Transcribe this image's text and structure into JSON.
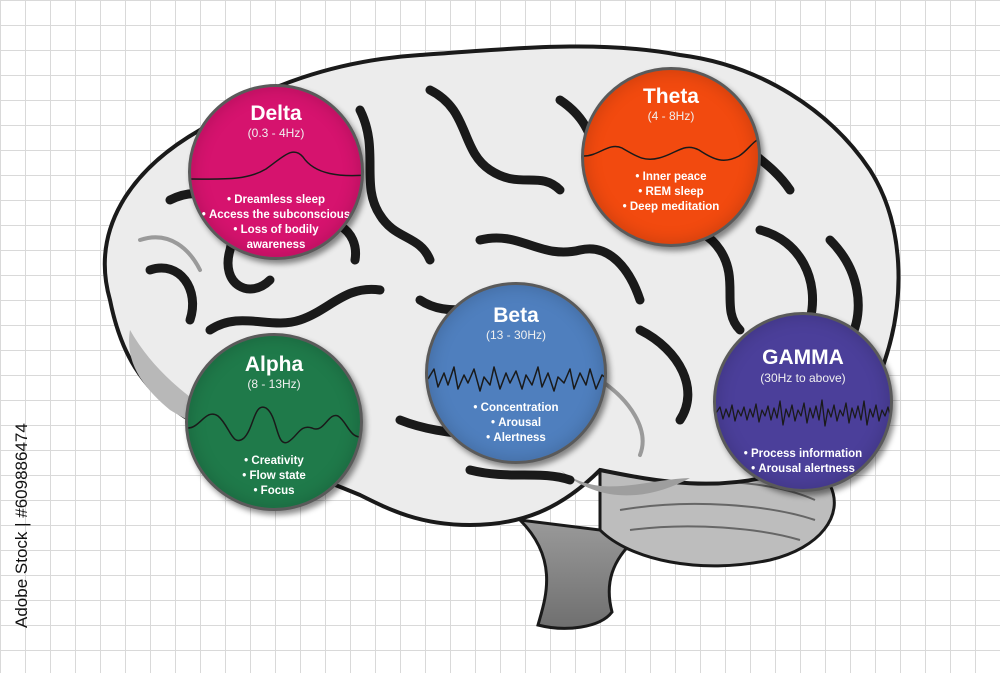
{
  "colors": {
    "delta": "#d6136e",
    "theta": "#f24a0f",
    "alpha": "#1f7a4a",
    "beta": "#4f7fbe",
    "gamma": "#4b3f9a",
    "brain_fill": "#ececec",
    "brain_shadow": "#b0b0b0",
    "brain_outline": "#1a1a1a"
  },
  "waves": {
    "delta": {
      "name": "Delta",
      "range": "(0.3 - 4Hz)",
      "bullets": [
        "Dreamless sleep",
        "Access the subconscious",
        "Loss of bodily",
        "awareness"
      ]
    },
    "theta": {
      "name": "Theta",
      "range": "(4 - 8Hz)",
      "bullets": [
        "Inner peace",
        "REM sleep",
        "Deep meditation"
      ]
    },
    "alpha": {
      "name": "Alpha",
      "range": "(8 - 13Hz)",
      "bullets": [
        "Creativity",
        "Flow state",
        "Focus"
      ]
    },
    "beta": {
      "name": "Beta",
      "range": "(13 - 30Hz)",
      "bullets": [
        "Concentration",
        "Arousal",
        "Alertness"
      ]
    },
    "gamma": {
      "name": "GAMMA",
      "range": "(30Hz to above)",
      "bullets": [
        "Process information",
        "Arousal alertness"
      ]
    }
  },
  "watermark": {
    "stock_id": "Adobe Stock | #609886474"
  }
}
